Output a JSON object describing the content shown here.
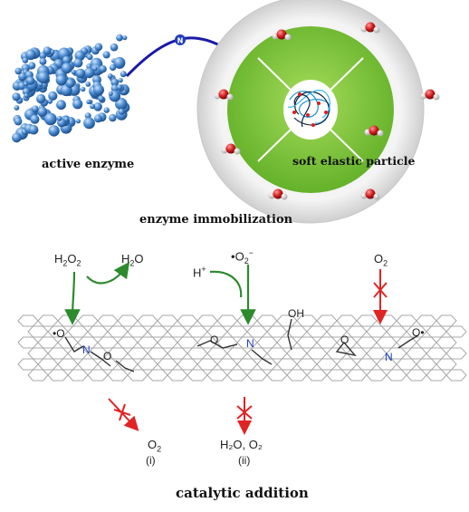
{
  "top": {
    "active_enzyme": "active enzyme",
    "soft_particle": "soft elastic particle",
    "immobilization": "enzyme immobilization",
    "linker_atom": "N",
    "water_atoms": {
      "h": "H",
      "o": "O"
    }
  },
  "bottom": {
    "reactant_h2o2": {
      "base": "H",
      "sub1": "2",
      "mid": "O",
      "sub2": "2"
    },
    "product_h2o": {
      "base": "H",
      "sub": "2",
      "end": "O"
    },
    "superoxide": {
      "dot": "•",
      "base": "O",
      "sub": "2",
      "sup": "−"
    },
    "proton": {
      "base": "H",
      "sup": "+"
    },
    "oxygen": {
      "base": "O",
      "sub": "2"
    },
    "product_i": {
      "base": "O",
      "sub": "2"
    },
    "label_i": "(i)",
    "product_ii": "H₂O, O₂",
    "label_ii": "(ii)",
    "hydroxyl": "OH",
    "radical_o": "•O",
    "nitrogen": "N",
    "caption": "catalytic addition"
  },
  "colors": {
    "enzyme_blue": "#3f7fc7",
    "linker": "#1a1aa8",
    "green_disk": "#7cc43a",
    "ring": "#eeeeee",
    "arrow_green": "#2d8a2d",
    "arrow_red": "#e02424",
    "nitrogen_blue": "#1f3fb8",
    "lattice": "#a8a8a8"
  }
}
